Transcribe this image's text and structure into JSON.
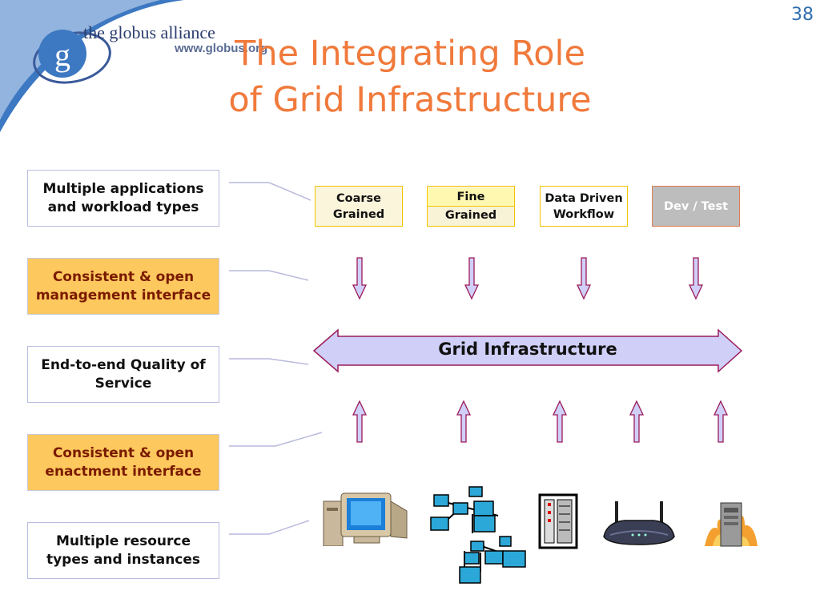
{
  "slide_number": "38",
  "logo": {
    "name": "the globus alliance",
    "url": "www.globus.org",
    "letter": "g"
  },
  "title": {
    "line1": "The Integrating Role",
    "line2": "of Grid Infrastructure"
  },
  "left_boxes": [
    "Multiple applications and workload types",
    "Consistent & open management interface",
    "End-to-end Quality of Service",
    "Consistent & open enactment interface",
    "Multiple resource types and instances"
  ],
  "applications": {
    "coarse": "Coarse Grained",
    "fine_1": "Fine",
    "fine_2": "Grained",
    "data": "Data Driven Workflow",
    "dev": "Dev / Test"
  },
  "grid_label": "Grid Infrastructure",
  "resources": [
    "desktop-computer-icon",
    "networked-computers-icon",
    "server-rack-icon",
    "wireless-router-icon",
    "firewall-server-icon"
  ],
  "colors": {
    "title": "#f07a3c",
    "orange_box": "#fdc85e",
    "arrow_fill": "#cfcff7",
    "arrow_stroke": "#9b1b5a"
  }
}
